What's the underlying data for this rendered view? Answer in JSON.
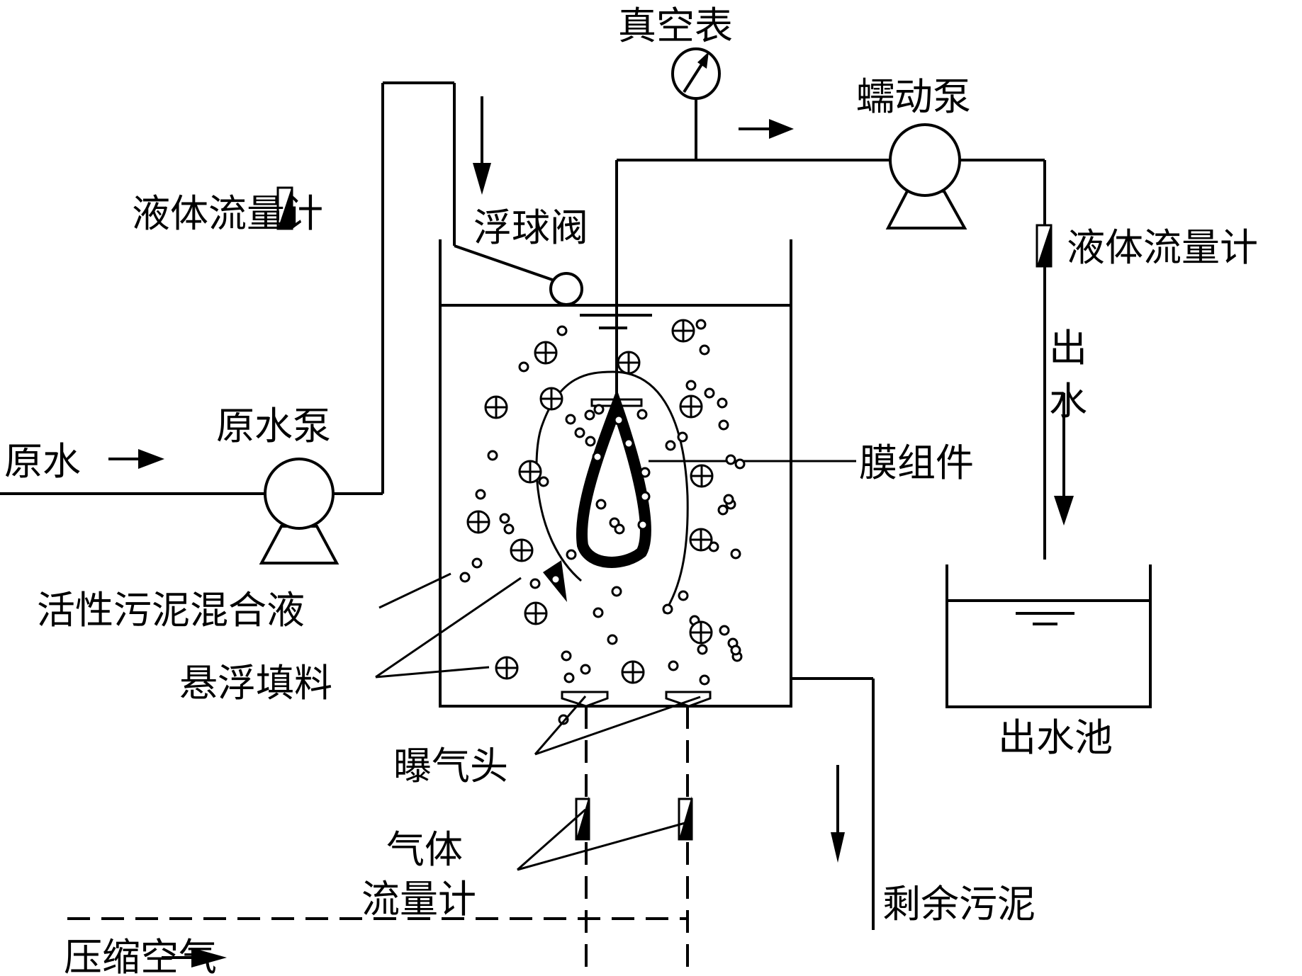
{
  "title": "Membrane bioreactor experimental setup schematic",
  "colors": {
    "stroke": "#000000",
    "background": "#ffffff"
  },
  "labels": {
    "raw_water": "原水",
    "raw_water_pump": "原水泵",
    "liquid_flowmeter_left": "液体流量计",
    "float_valve": "浮球阀",
    "vacuum_gauge": "真空表",
    "peristaltic_pump": "蠕动泵",
    "liquid_flowmeter_right": "液体流量计",
    "effluent_1": "出",
    "effluent_2": "水",
    "membrane_module": "膜组件",
    "activated_sludge_mixture": "活性污泥混合液",
    "suspended_carrier": "悬浮填料",
    "aeration_head": "曝气头",
    "gas_flowmeter_1": "气体",
    "gas_flowmeter_2": "流量计",
    "compressed_air": "压缩空气",
    "excess_sludge": "剩余污泥",
    "effluent_tank": "出水池"
  },
  "components": [
    {
      "name": "raw-water-pump",
      "type": "pump"
    },
    {
      "name": "liquid-flowmeter-inlet",
      "type": "flowmeter"
    },
    {
      "name": "float-valve",
      "type": "valve"
    },
    {
      "name": "vacuum-gauge",
      "type": "gauge"
    },
    {
      "name": "peristaltic-pump",
      "type": "pump"
    },
    {
      "name": "liquid-flowmeter-outlet",
      "type": "flowmeter"
    },
    {
      "name": "reactor-tank",
      "type": "tank"
    },
    {
      "name": "membrane-module",
      "type": "membrane"
    },
    {
      "name": "aeration-head-left",
      "type": "diffuser"
    },
    {
      "name": "aeration-head-right",
      "type": "diffuser"
    },
    {
      "name": "gas-flowmeter-left",
      "type": "flowmeter"
    },
    {
      "name": "gas-flowmeter-right",
      "type": "flowmeter"
    },
    {
      "name": "effluent-tank",
      "type": "tank"
    }
  ]
}
